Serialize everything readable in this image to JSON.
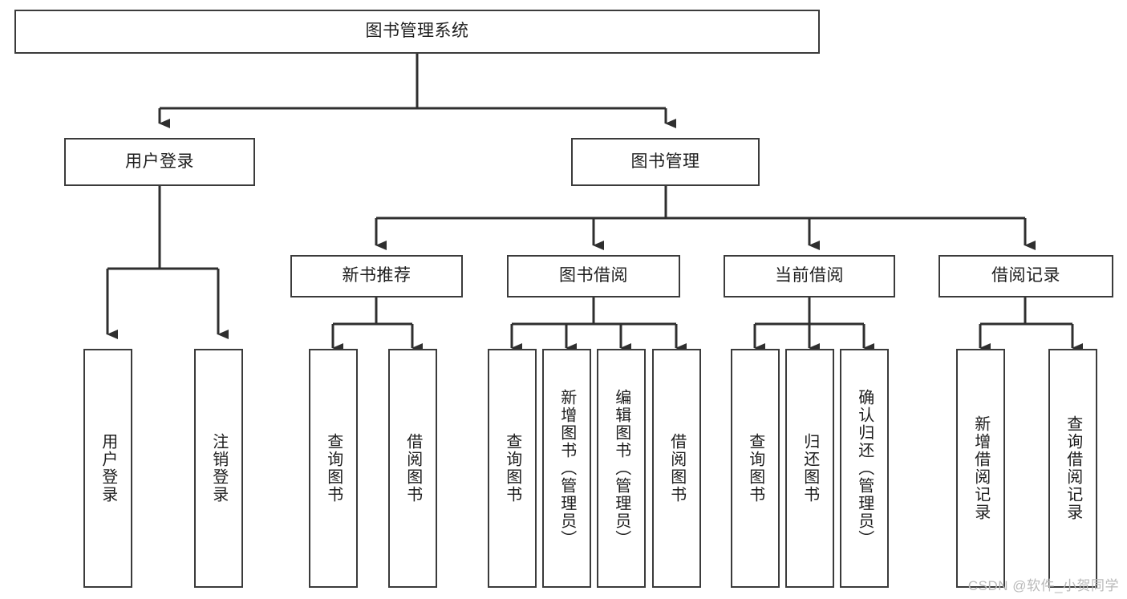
{
  "diagram": {
    "title": "图书管理系统",
    "type": "功能结构图",
    "colors": {
      "node_border": "#3b3b3b",
      "node_fill": "#ffffff",
      "connector": "#2f2f2f",
      "text": "#1d1d1d",
      "watermark": "#b9b9b9",
      "background": "#ffffff"
    },
    "root": {
      "id": "root",
      "label": "图书管理系统"
    },
    "level1": [
      {
        "id": "user-login",
        "label": "用户登录"
      },
      {
        "id": "book-manage",
        "label": "图书管理"
      }
    ],
    "level2": [
      {
        "id": "new-book-recommend",
        "label": "新书推荐",
        "parent": "book-manage"
      },
      {
        "id": "book-borrow",
        "label": "图书借阅",
        "parent": "book-manage"
      },
      {
        "id": "current-borrow",
        "label": "当前借阅",
        "parent": "book-manage"
      },
      {
        "id": "borrow-record",
        "label": "借阅记录",
        "parent": "book-manage"
      }
    ],
    "leaves": [
      {
        "id": "leaf-user-login",
        "label": "用户登录",
        "parent": "user-login"
      },
      {
        "id": "leaf-user-logout",
        "label": "注销登录",
        "parent": "user-login"
      },
      {
        "id": "leaf-query-book-1",
        "label": "查询图书",
        "parent": "new-book-recommend"
      },
      {
        "id": "leaf-borrow-book-1",
        "label": "借阅图书",
        "parent": "new-book-recommend"
      },
      {
        "id": "leaf-query-book-2",
        "label": "查询图书",
        "parent": "book-borrow"
      },
      {
        "id": "leaf-add-book",
        "label": "新增图书（管理员）",
        "parent": "book-borrow"
      },
      {
        "id": "leaf-edit-book",
        "label": "编辑图书（管理员）",
        "parent": "book-borrow"
      },
      {
        "id": "leaf-borrow-book-2",
        "label": "借阅图书",
        "parent": "book-borrow"
      },
      {
        "id": "leaf-query-book-3",
        "label": "查询图书",
        "parent": "current-borrow"
      },
      {
        "id": "leaf-return-book",
        "label": "归还图书",
        "parent": "current-borrow"
      },
      {
        "id": "leaf-confirm-return",
        "label": "确认归还（管理员）",
        "parent": "current-borrow"
      },
      {
        "id": "leaf-add-record",
        "label": "新增借阅记录",
        "parent": "borrow-record"
      },
      {
        "id": "leaf-query-record",
        "label": "查询借阅记录",
        "parent": "borrow-record"
      }
    ],
    "watermark": "CSDN @软件_小贺同学"
  }
}
